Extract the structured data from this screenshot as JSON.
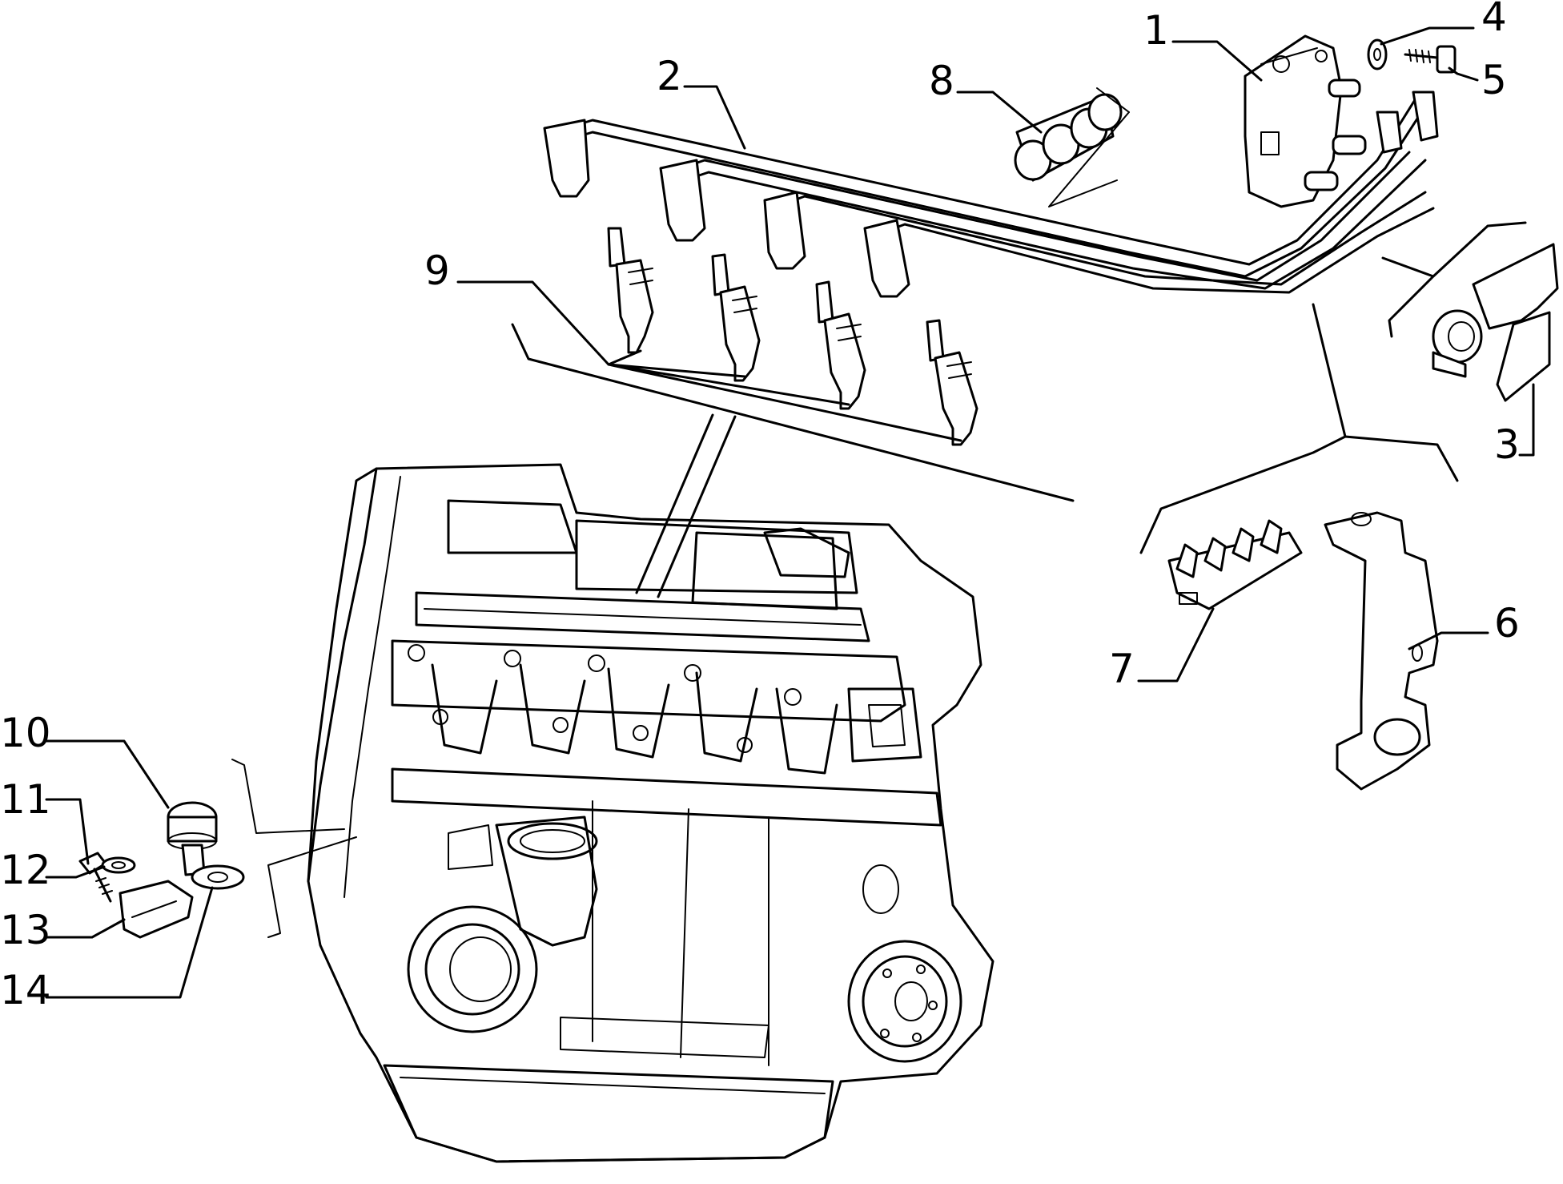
{
  "diagram": {
    "background": "#ffffff",
    "ink": "#000000",
    "callouts": [
      "1",
      "2",
      "3",
      "4",
      "5",
      "6",
      "7",
      "8",
      "9",
      "10",
      "11",
      "12",
      "13",
      "14"
    ]
  }
}
